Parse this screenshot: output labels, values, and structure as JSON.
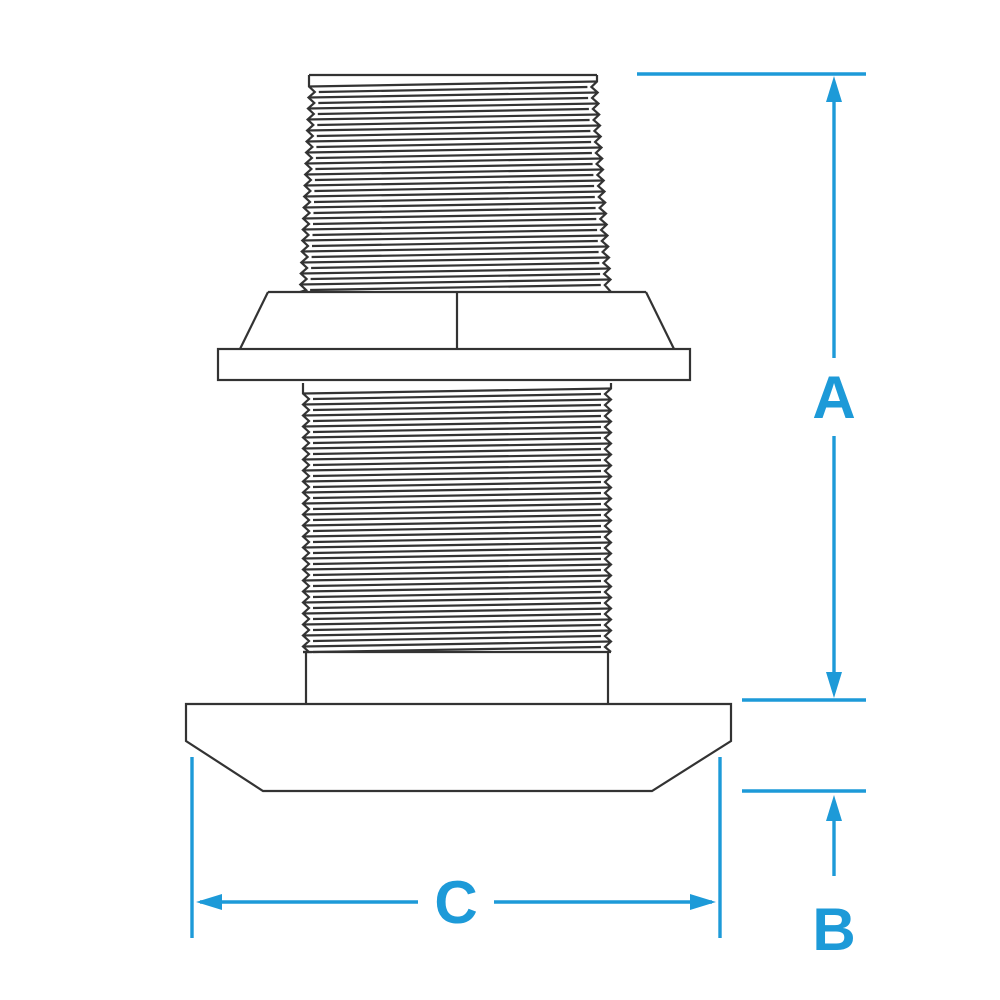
{
  "diagram": {
    "dimension_labels": {
      "a": "A",
      "b": "B",
      "c": "C"
    },
    "colors": {
      "dimension_accent": "#1d9ad8",
      "drawing_line": "#333333",
      "background": "#ffffff"
    }
  }
}
